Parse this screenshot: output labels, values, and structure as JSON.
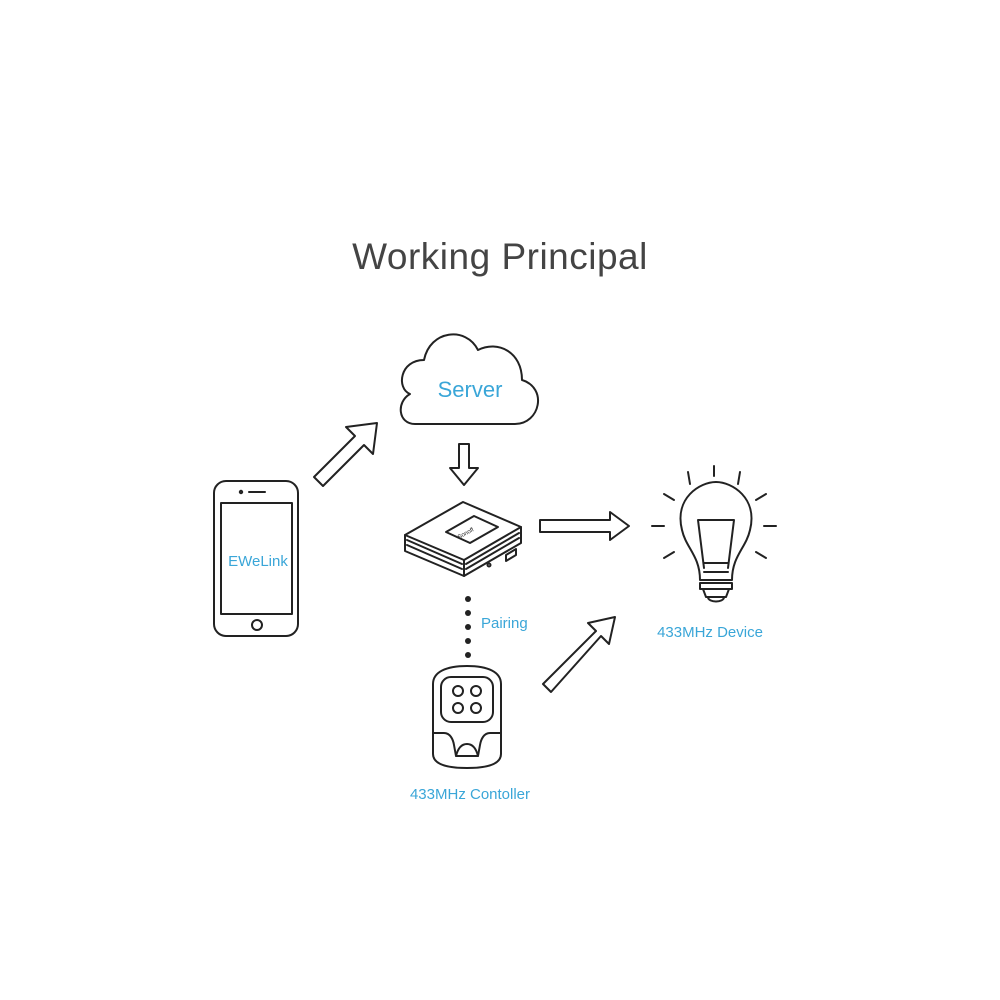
{
  "title": "Working Principal",
  "nodes": {
    "server": {
      "label": "Server"
    },
    "phone_app": {
      "label": "EWeLink"
    },
    "bridge": {
      "brand_text": "Sonoff"
    },
    "pairing": {
      "label": "Pairing"
    },
    "device": {
      "label": "433MHz Device"
    },
    "controller": {
      "label": "433MHz Contoller"
    }
  },
  "colors": {
    "line": "#222222",
    "label_accent": "#3aa6d8",
    "title": "#444444"
  }
}
